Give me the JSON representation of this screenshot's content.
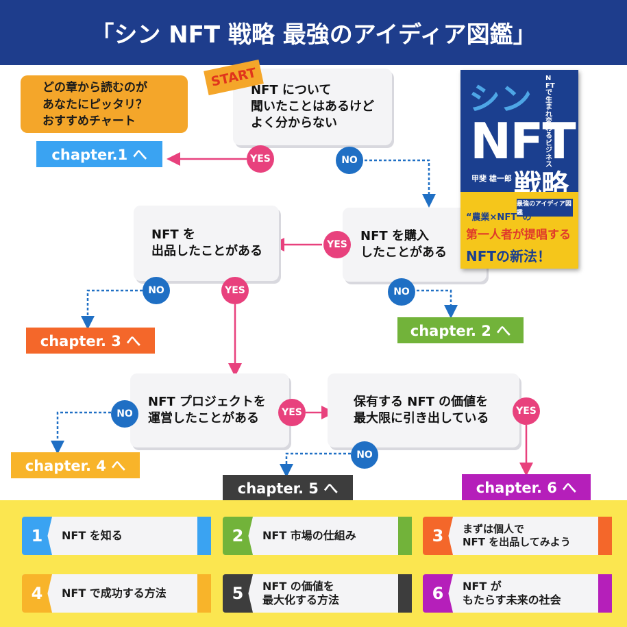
{
  "header": {
    "title": "「シン NFT 戦略 最強のアイディア図鑑」"
  },
  "recommend": {
    "text": "どの章から読むのが\nあなたにピッタリ？\nおすすめチャート"
  },
  "start_label": "START",
  "nodes": {
    "q1": "NFT について\n聞いたことはあるけど\nよく分からない",
    "q2": "NFT を購入\nしたことがある",
    "q3": "NFT を\n出品したことがある",
    "q4": "NFT プロジェクトを\n運営したことがある",
    "q5": "保有する NFT の価値を\n最大限に引き出している"
  },
  "answers": {
    "yes": "YES",
    "no": "NO"
  },
  "chapters": {
    "c1": "chapter.1 へ",
    "c2": "chapter. 2 へ",
    "c3": "chapter. 3 へ",
    "c4": "chapter. 4 へ",
    "c5": "chapter. 5 へ",
    "c6": "chapter. 6 へ"
  },
  "colors": {
    "c1": "#3aa3f2",
    "c2": "#72b33a",
    "c3": "#f4672a",
    "c4": "#f8b42a",
    "c5": "#3d3d3d",
    "c6": "#b51fba",
    "yes": "#e8417d",
    "no": "#1f6fc4"
  },
  "book": {
    "shin": "シン",
    "nft": "NFT",
    "senryaku": "戦略",
    "subtitle": "最強のアイディア図鑑",
    "author": "甲斐 雄一郎",
    "side": "NFTで生まれ変わるビジネス",
    "band_line1": "“農業×NFT”の",
    "band_line2": "第一人者が提唱する",
    "band_line3": "NFTの新法！"
  },
  "legend": [
    {
      "num": "1",
      "label": "NFT を知る"
    },
    {
      "num": "2",
      "label": "NFT 市場の仕組み"
    },
    {
      "num": "3",
      "label": "まずは個人で\nNFT を出品してみよう"
    },
    {
      "num": "4",
      "label": "NFT で成功する方法"
    },
    {
      "num": "5",
      "label": "NFT の価値を\n最大化する方法"
    },
    {
      "num": "6",
      "label": "NFT が\nもたらす未来の社会"
    }
  ]
}
